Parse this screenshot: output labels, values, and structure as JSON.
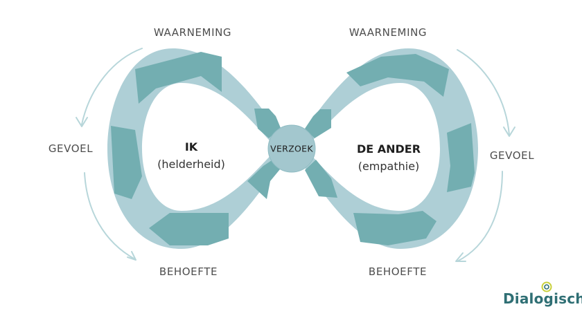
{
  "labels": {
    "left_top": "WAARNEMING",
    "right_top": "WAARNEMING",
    "left_side": "GEVOEL",
    "right_side": "GEVOEL",
    "left_bottom": "BEHOEFTE",
    "right_bottom": "BEHOEFTE"
  },
  "left_loop": {
    "title": "IK",
    "subtitle": "(helderheid)"
  },
  "right_loop": {
    "title": "DE ANDER",
    "subtitle": "(empathie)"
  },
  "center": "VERZOEK",
  "brand": "Dialogisch",
  "colors": {
    "band": "#aecfd6",
    "band_outline": "#a3c7ce",
    "arrow": "#73aeb1",
    "guide_arrow": "#b7d6da",
    "label_text": "#4d4d4d",
    "brand_text": "#2f6f74"
  }
}
